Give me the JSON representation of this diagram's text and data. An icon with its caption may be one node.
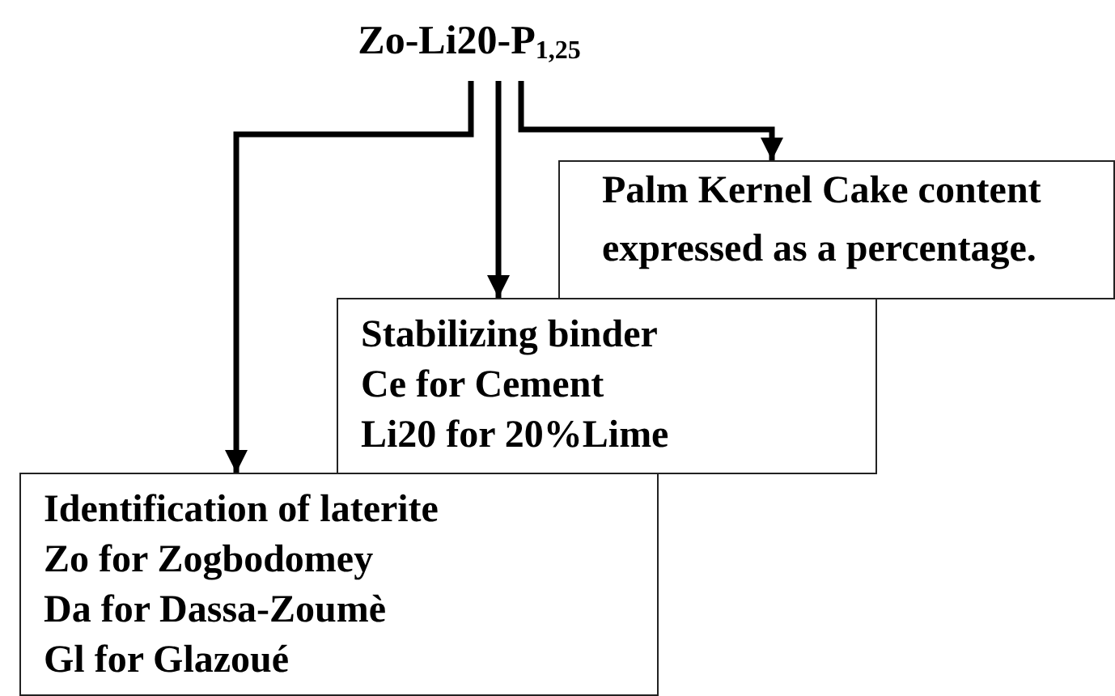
{
  "diagram": {
    "nodes": [
      {
        "text": [
          "Zo-Li20-P$_{1,25}$"
        ]
      },
      {
        "text": [
          "Palm Kernel Cake content expressed as a percentage."
        ]
      },
      {
        "text": [
          "Stabilizing binder",
          "Ce for Cement",
          "Li20 for 20%Lime"
        ]
      },
      {
        "text": [
          "Identification of laterite",
          "Zo for Zogbodomey",
          "Da for Dassa-Zoumè",
          "Gl for Glazoué"
        ]
      }
    ],
    "edges": [
      {
        "from": 0,
        "to": 3,
        "arrow": "to"
      },
      {
        "from": 0,
        "to": 2,
        "arrow": "to"
      },
      {
        "from": 0,
        "to": 1,
        "arrow": "to"
      }
    ]
  }
}
